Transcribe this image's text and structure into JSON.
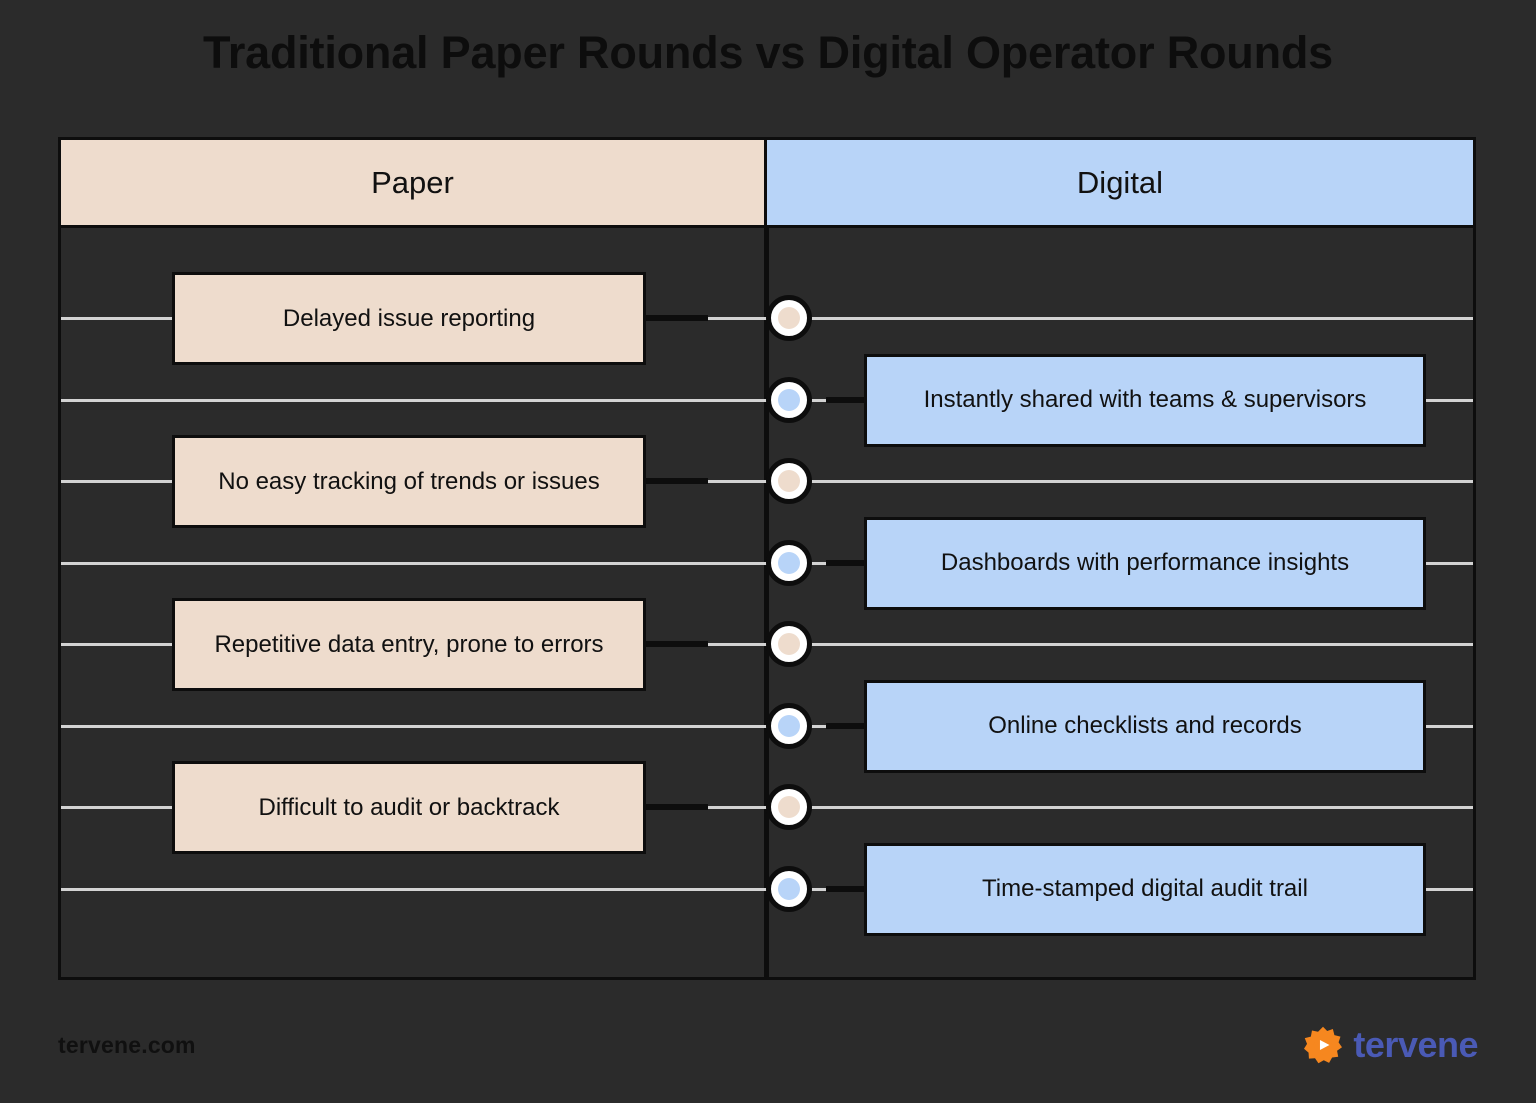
{
  "title": "Traditional Paper Rounds vs Digital Operator Rounds",
  "colors": {
    "background": "#2b2b2b",
    "paper": "#eedccd",
    "digital": "#b8d4f8",
    "outline": "#0d0d0d",
    "rule": "#d3d3d3",
    "brand_orange": "#f6871f",
    "brand_blue": "#4a5ab5"
  },
  "header": {
    "paper_label": "Paper",
    "digital_label": "Digital"
  },
  "rows": [
    {
      "side": "paper",
      "label": "Delayed issue reporting"
    },
    {
      "side": "digital",
      "label": "Instantly shared with teams & supervisors"
    },
    {
      "side": "paper",
      "label": "No easy tracking of trends or issues"
    },
    {
      "side": "digital",
      "label": "Dashboards with performance insights"
    },
    {
      "side": "paper",
      "label": "Repetitive data entry, prone to errors"
    },
    {
      "side": "digital",
      "label": "Online checklists and records"
    },
    {
      "side": "paper",
      "label": "Difficult to audit or backtrack"
    },
    {
      "side": "digital",
      "label": "Time-stamped digital audit trail"
    }
  ],
  "footer": {
    "url": "tervene.com",
    "brand_name": "tervene",
    "brand_icon": "gear-play-icon"
  }
}
